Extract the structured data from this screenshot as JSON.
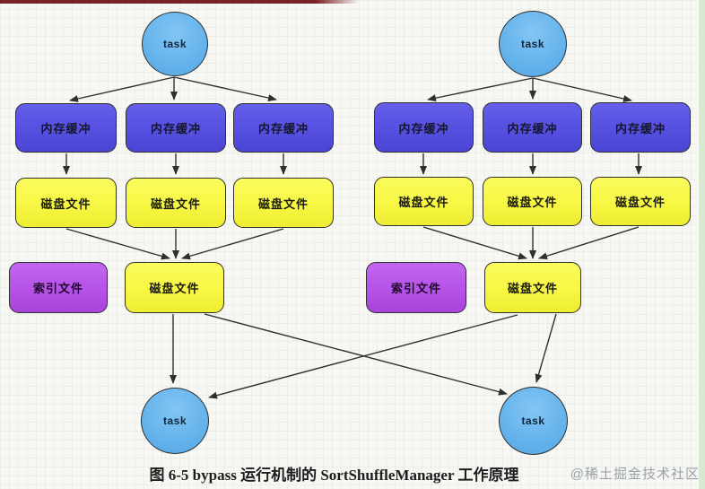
{
  "figure": {
    "caption": "图 6-5 bypass 运行机制的 SortShuffleManager 工作原理",
    "watermark": "@稀土掘金技术社区"
  },
  "labels": {
    "task": "task",
    "memory_buffer": "内存缓冲",
    "disk_file": "磁盘文件",
    "index_file": "索引文件"
  },
  "colors": {
    "task_fill": "#64b3ec",
    "memory_buffer_fill": "#5752e2",
    "disk_file_fill": "#f7f743",
    "index_file_fill": "#b553e8",
    "stroke": "#2f2f2f",
    "background": "#f7f7f3",
    "right_edge_strip": "#d8e9d2",
    "top_edge_strip": "#7b2123",
    "caption_text": "#1d1d1d",
    "watermark_text": "#99a2ab"
  },
  "diagram": {
    "type": "flow-diagram",
    "map_groups": [
      {
        "source_task": "task",
        "memory_buffers": [
          "内存缓冲",
          "内存缓冲",
          "内存缓冲"
        ],
        "disk_files": [
          "磁盘文件",
          "磁盘文件",
          "磁盘文件"
        ],
        "index_file": "索引文件",
        "merged_disk_file": "磁盘文件"
      },
      {
        "source_task": "task",
        "memory_buffers": [
          "内存缓冲",
          "内存缓冲",
          "内存缓冲"
        ],
        "disk_files": [
          "磁盘文件",
          "磁盘文件",
          "磁盘文件"
        ],
        "index_file": "索引文件",
        "merged_disk_file": "磁盘文件"
      }
    ],
    "reduce_tasks": [
      "task",
      "task"
    ],
    "edges": [
      "source task → each 内存缓冲",
      "each 内存缓冲 → its 磁盘文件",
      "three 磁盘文件 → merged 磁盘文件",
      "each merged 磁盘文件 → both bottom tasks (crossing arrows)"
    ]
  }
}
